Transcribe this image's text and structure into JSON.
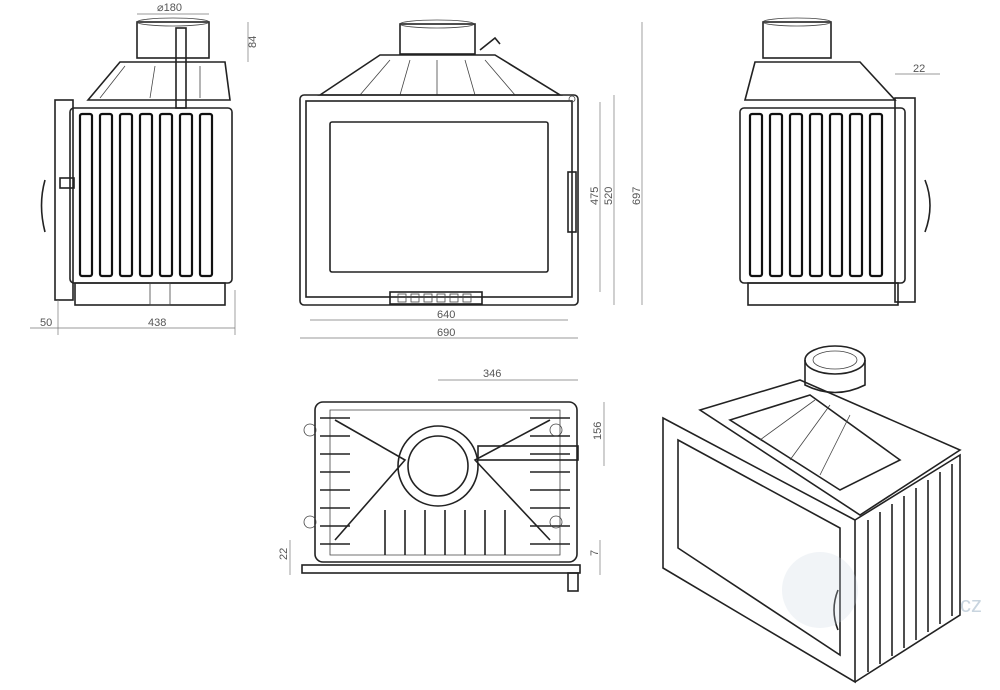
{
  "drawing": {
    "side_left": {
      "diameter": "⌀180",
      "flue_height": "84",
      "offset": "50",
      "depth": "438"
    },
    "front": {
      "glass_width": "640",
      "width": "690",
      "glass_height": "475",
      "door_height": "520",
      "height": "697"
    },
    "side_right": {
      "offset": "22"
    },
    "top": {
      "flue_offset": "346",
      "flue_depth": "156",
      "front_offset": "22",
      "rear_offset": "7"
    },
    "watermark": "cz"
  }
}
